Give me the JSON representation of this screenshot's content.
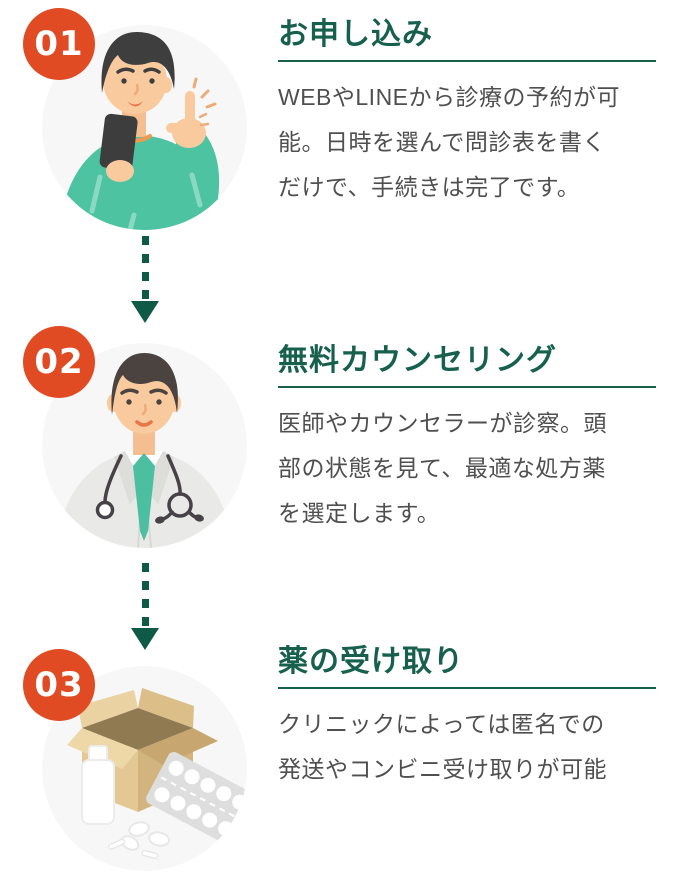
{
  "flow": {
    "steps": [
      {
        "number": "01",
        "title": "お申し込み",
        "description": "WEBやLINEから診療の予約が可能。日時を選んで問診表を書くだけで、手続きは完了です。",
        "lines": [
          "WEBやLINEから診療の予約が可",
          "能。日時を選んで問診表を書く",
          "だけで、手続きは完了です。"
        ],
        "illustration": "man-with-smartphone"
      },
      {
        "number": "02",
        "title": "無料カウンセリング",
        "description": "医師やカウンセラーが診察。頭部の状態を見て、最適な処方薬を選定します。",
        "lines": [
          "医師やカウンセラーが診察。頭",
          "部の状態を見て、最適な処方薬",
          "を選定します。"
        ],
        "illustration": "doctor-with-stethoscope"
      },
      {
        "number": "03",
        "title": "薬の受け取り",
        "description": "クリニックによっては匿名での発送やコンビニ受け取りが可能",
        "lines": [
          "クリニックによっては匿名での",
          "発送やコンビニ受け取りが可能"
        ],
        "illustration": "medicine-parcel-and-pills"
      }
    ]
  },
  "colors": {
    "accent_green": "#17604E",
    "arrow_green": "#0E5A47",
    "badge_orange": "#E04B23",
    "body_text": "#4F4F4F",
    "illustration_background": "#F7F7F7",
    "shirt_teal": "#4EC3A1",
    "background": "#FFFFFF"
  }
}
